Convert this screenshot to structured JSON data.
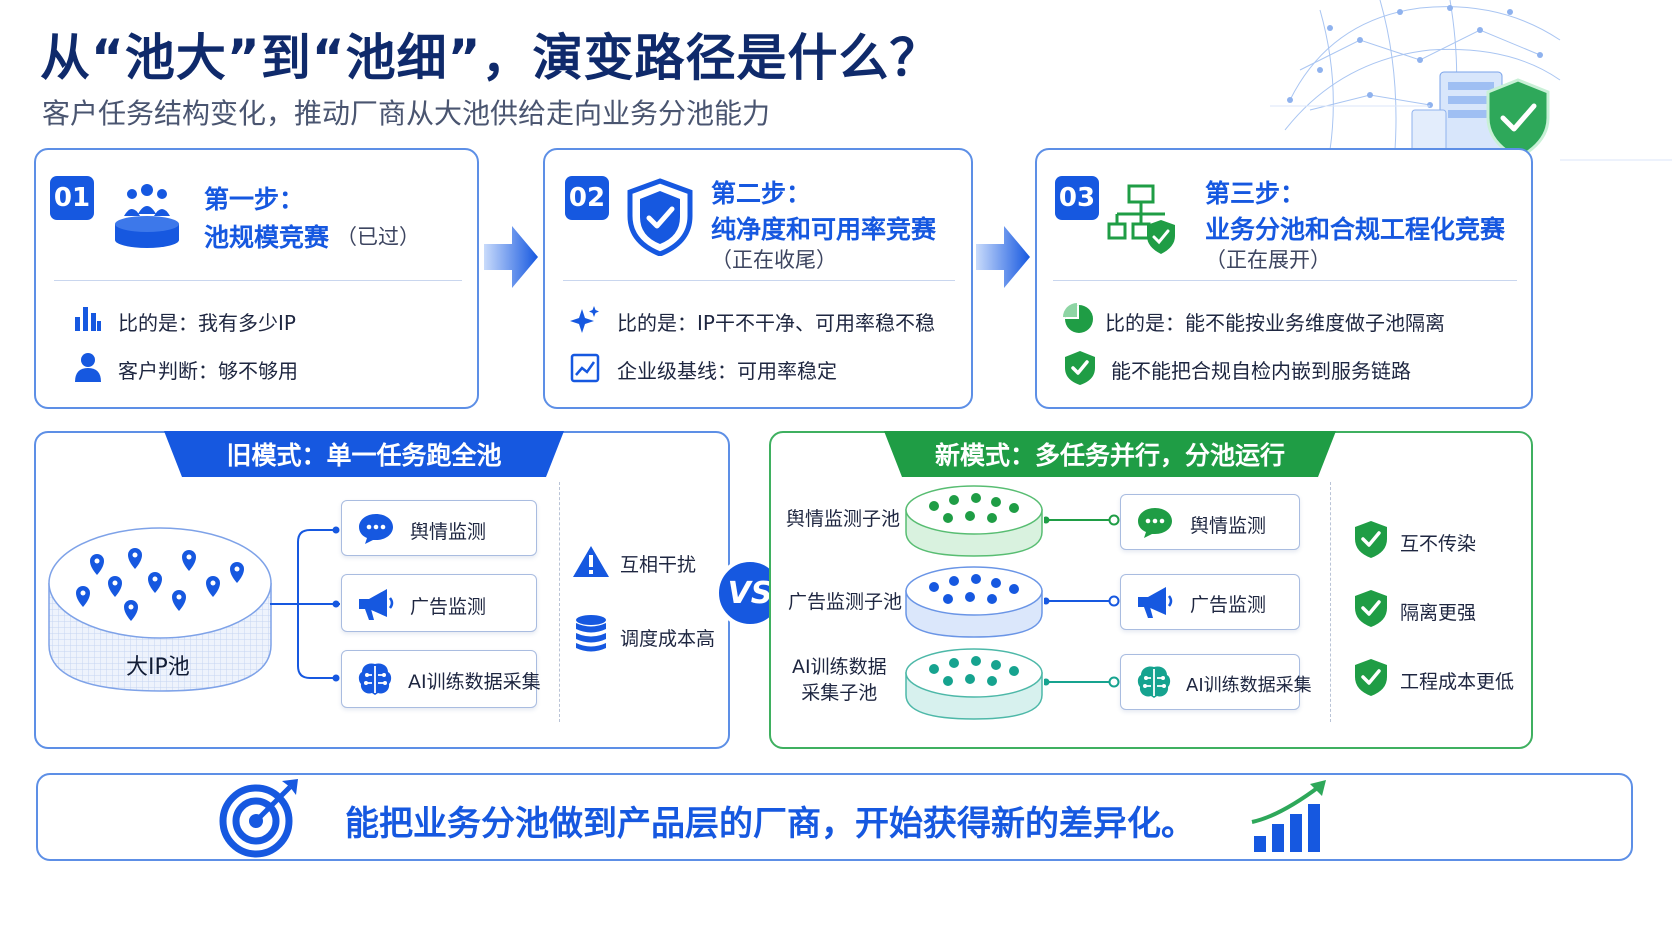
{
  "header": {
    "title": "从“池大”到“池细”，演变路径是什么？",
    "subtitle": "客户任务结构变化，推动厂商从大池供给走向业务分池能力"
  },
  "steps": [
    {
      "number": "01",
      "label": "第一步：",
      "name": "池规模竞赛",
      "note": "（已过）",
      "rows": [
        {
          "icon": "bar-chart-icon",
          "text": "比的是：我有多少IP"
        },
        {
          "icon": "user-icon",
          "text": "客户判断：够不够用"
        }
      ]
    },
    {
      "number": "02",
      "label": "第二步：",
      "name": "纯净度和可用率竞赛",
      "note": "（正在收尾）",
      "rows": [
        {
          "icon": "sparkle-icon",
          "text": "比的是：IP干不干净、可用率稳不稳"
        },
        {
          "icon": "trend-chart-icon",
          "text": "企业级基线：可用率稳定"
        }
      ]
    },
    {
      "number": "03",
      "label": "第三步：",
      "name": "业务分池和合规工程化竞赛",
      "note": "（正在展开）",
      "rows": [
        {
          "icon": "pie-chart-icon",
          "text": "比的是：能不能按业务维度做子池隔离"
        },
        {
          "icon": "shield-check-icon",
          "text": "能不能把合规自检内嵌到服务链路"
        }
      ]
    }
  ],
  "old_mode": {
    "title": "旧模式：单一任务跑全池",
    "pool_label": "大IP池",
    "tasks": [
      "舆情监测",
      "广告监测",
      "AI训练数据采集"
    ],
    "issues": [
      "互相干扰",
      "调度成本高"
    ]
  },
  "vs_label": "VS",
  "new_mode": {
    "title": "新模式：多任务并行，分池运行",
    "subpools": [
      "舆情监测子池",
      "广告监测子池",
      "AI训练数据\n采集子池"
    ],
    "tasks": [
      "舆情监测",
      "广告监测",
      "AI训练数据采集"
    ],
    "benefits": [
      "互不传染",
      "隔离更强",
      "工程成本更低"
    ]
  },
  "bottom": {
    "text": "能把业务分池做到产品层的厂商，开始获得新的差异化。"
  },
  "colors": {
    "primary_blue": "#1658e0",
    "dark_navy": "#0f2a6b",
    "green": "#1f9d45",
    "teal": "#16a38f"
  }
}
